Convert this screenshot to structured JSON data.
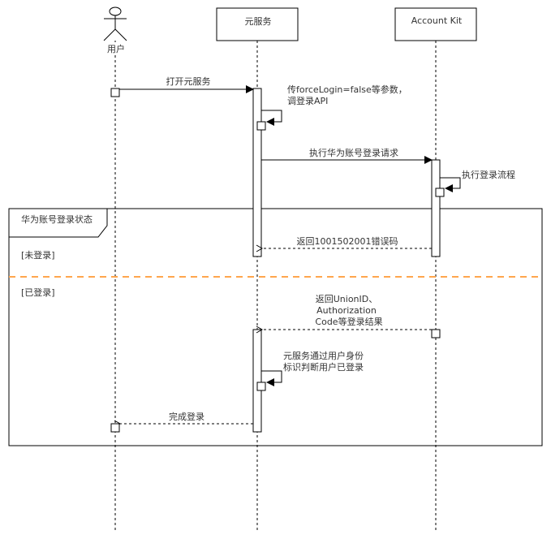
{
  "diagram": {
    "type": "sequence",
    "participants": [
      {
        "id": "user",
        "label": "用户",
        "kind": "actor"
      },
      {
        "id": "service",
        "label": "元服务",
        "kind": "box"
      },
      {
        "id": "account",
        "label": "Account Kit",
        "kind": "box"
      }
    ],
    "messages": [
      {
        "id": "m1",
        "from": "user",
        "to": "service",
        "style": "solid",
        "label": "打开元服务"
      },
      {
        "id": "m2",
        "from": "service",
        "to": "service",
        "style": "self",
        "label_lines": [
          "传forceLogin=false等参数，",
          "调登录API"
        ]
      },
      {
        "id": "m3",
        "from": "service",
        "to": "account",
        "style": "solid",
        "label": "执行华为账号登录请求"
      },
      {
        "id": "m4",
        "from": "account",
        "to": "account",
        "style": "self",
        "label": "执行登录流程"
      },
      {
        "id": "m5",
        "from": "account",
        "to": "service",
        "style": "dashed",
        "label": "返回1001502001错误码"
      },
      {
        "id": "m6",
        "from": "account",
        "to": "service",
        "style": "dashed",
        "label_lines": [
          "返回UnionID、",
          "Authorization",
          "Code等登录结果"
        ]
      },
      {
        "id": "m7",
        "from": "service",
        "to": "service",
        "style": "self",
        "label_lines": [
          "元服务通过用户身份",
          "标识判断用户已登录"
        ]
      },
      {
        "id": "m8",
        "from": "service",
        "to": "user",
        "style": "dashed",
        "label": "完成登录"
      }
    ],
    "fragment": {
      "title": "华为账号登录状态",
      "operands": [
        {
          "guard": "[未登录]"
        },
        {
          "guard": "[已登录]"
        }
      ],
      "separator_color": "#FFA64D"
    },
    "colors": {
      "line": "#000000",
      "text": "#333333",
      "fill": "#ffffff"
    }
  }
}
